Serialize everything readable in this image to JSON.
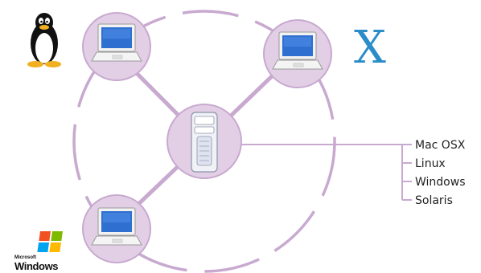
{
  "diagram": {
    "os_list": [
      "Mac OSX",
      "Linux",
      "Windows",
      "Solaris"
    ],
    "logos": {
      "linux": {
        "icon": "tux-penguin-icon"
      },
      "mac": {
        "icon": "mac-x-icon",
        "text": "X",
        "color": "#2a8cc8"
      },
      "windows": {
        "icon": "windows-logo-icon",
        "small_text": "Microsoft",
        "text": "Windows"
      }
    },
    "nodes": [
      {
        "icon": "laptop-icon"
      },
      {
        "icon": "laptop-icon"
      },
      {
        "icon": "laptop-icon"
      },
      {
        "icon": "server-tower-icon"
      }
    ],
    "colors": {
      "ring": "#c8a9cf",
      "node_fill": "#e2cfe6",
      "connector": "#c8a9cf"
    }
  }
}
